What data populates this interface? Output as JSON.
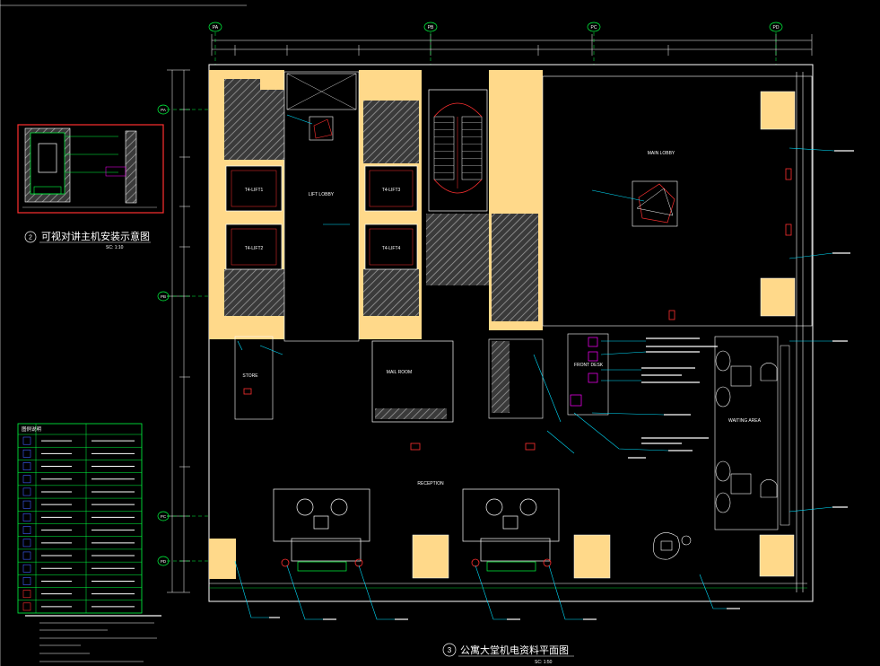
{
  "colors": {
    "background": "#000000",
    "wall_fill": "#ffd98a",
    "hatch": "#808080",
    "line_white": "#ffffff",
    "line_red": "#ff3030",
    "line_green": "#00ff40",
    "line_cyan": "#00e0ff",
    "line_blue": "#4060ff",
    "line_magenta": "#ff00ff"
  },
  "detail": {
    "title": "可视对讲主机安装示意图",
    "number": "2",
    "scale": "SC: 1:10"
  },
  "main_plan": {
    "title": "公寓大堂机电资料平面图",
    "number": "3",
    "scale": "SC: 1:50"
  },
  "grid_top": [
    "PA",
    "PB",
    "PC",
    "PD"
  ],
  "grid_left": [
    "PA",
    "PB",
    "PC",
    "PD"
  ],
  "rooms": {
    "lift1": "T4-LIFT1",
    "lift2": "T4-LIFT2",
    "lift3": "T4-LIFT3",
    "lift4": "T4-LIFT4",
    "lift_lobby": "LIFT LOBBY",
    "main_lobby": "MAIN LOBBY",
    "mail_room": "MAIL ROOM",
    "waiting_area": "WAITING AREA",
    "reception": "RECEPTION",
    "front_desk": "FRONT DESK",
    "store": "STORE"
  },
  "legend": {
    "title": "图例说明",
    "rows": 14
  },
  "icons": [
    "table-chair-icon",
    "lounge-chair-icon",
    "emergency-light-icon",
    "grid-bubble-icon",
    "speaker-icon"
  ]
}
